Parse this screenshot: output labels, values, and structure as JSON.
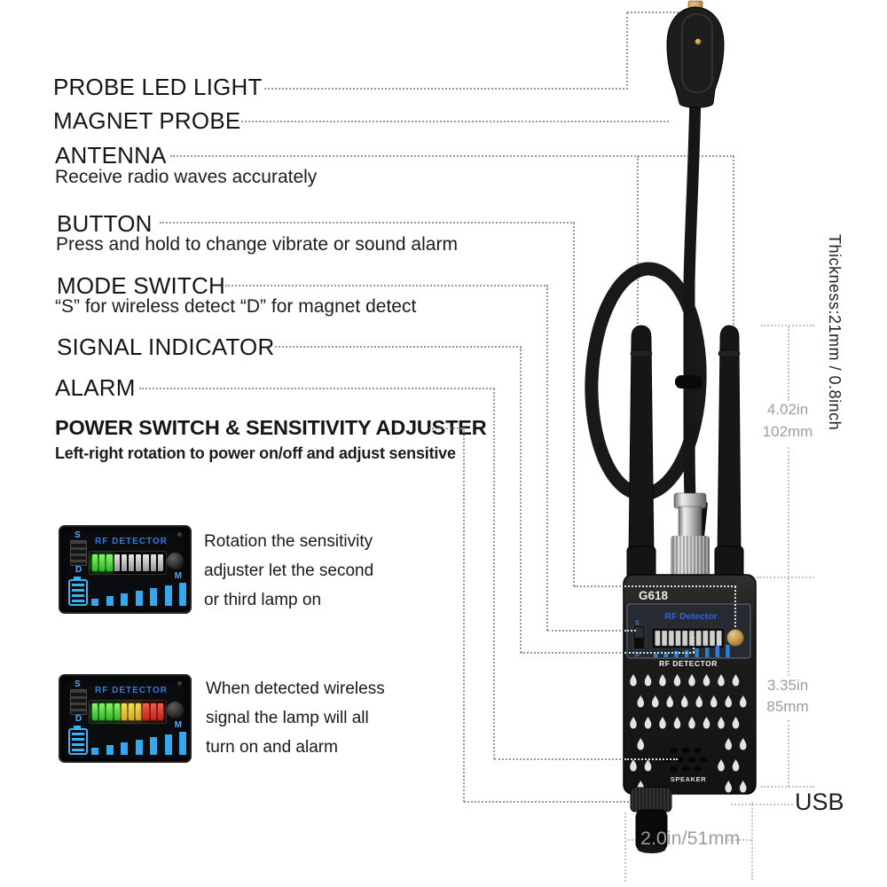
{
  "colors": {
    "leader": "#85a0a0",
    "leader_light": "#d9dfdf",
    "measure_line": "#c4c4c4",
    "measure_text": "#9d9d9d",
    "screen_blue": "#35a7ef",
    "label_blue": "#3a7bd5",
    "green": "#3fcf31",
    "yellow": "#e6c72f",
    "red": "#e03529",
    "gold": "#c8a055"
  },
  "callouts": [
    {
      "title": "PROBE LED LIGHT"
    },
    {
      "title": "MAGNET PROBE"
    },
    {
      "title": "ANTENNA",
      "subtitle": "Receive radio waves accurately"
    },
    {
      "title": "BUTTON",
      "subtitle": "Press and hold to change vibrate or sound alarm"
    },
    {
      "title": "MODE SWITCH",
      "subtitle": "“S” for wireless detect “D” for magnet detect"
    },
    {
      "title": "SIGNAL INDICATOR"
    },
    {
      "title": "ALARM"
    },
    {
      "title": "POWER SWITCH & SENSITIVITY ADJUSTER",
      "subtitle": "Left-right rotation to power on/off and adjust sensitive"
    }
  ],
  "panels": [
    {
      "screen_title": "RF DETECTOR",
      "mode_top": "S",
      "mode_bottom": "D",
      "knob_label": "M",
      "lamps": [
        "green",
        "green",
        "green",
        "off",
        "off",
        "off",
        "off",
        "off",
        "off",
        "off"
      ],
      "bars": [
        8,
        11,
        14,
        17,
        20,
        23,
        26
      ],
      "caption": [
        "Rotation the sensitivity",
        "adjuster let the second",
        "or third lamp on"
      ]
    },
    {
      "screen_title": "RF DETECTOR",
      "mode_top": "S",
      "mode_bottom": "D",
      "knob_label": "M",
      "lamps": [
        "green",
        "green",
        "green",
        "green",
        "yellow",
        "yellow",
        "yellow",
        "red",
        "red",
        "red"
      ],
      "bars": [
        8,
        11,
        14,
        17,
        20,
        23,
        26
      ],
      "caption": [
        "When detected wireless",
        "signal the lamp will all",
        "turn on and alarm"
      ]
    }
  ],
  "device": {
    "model": "G618",
    "screen_title": "RF Detector",
    "panel_label": "RF DETECTOR",
    "speaker_label": "SPEAKER",
    "mode_top": "S",
    "mode_bottom": "D",
    "lamp_count": 10,
    "signal_bars": [
      4,
      5,
      7,
      8,
      10,
      11,
      13,
      14
    ]
  },
  "measurements": {
    "thickness": "Thickness:21mm / 0.8inch",
    "antenna_height_in": "4.02in",
    "antenna_height_mm": "102mm",
    "body_height_in": "3.35in",
    "body_height_mm": "85mm",
    "bottom_width": "2.0in/51mm",
    "usb": "USB"
  }
}
